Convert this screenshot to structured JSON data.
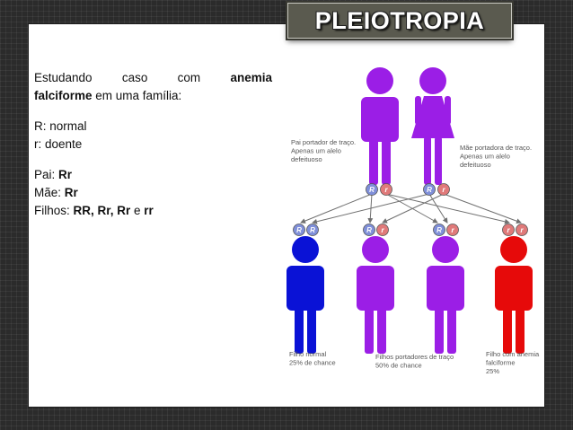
{
  "title": "PLEIOTROPIA",
  "intro": {
    "w1": "Estudando",
    "w2": "caso",
    "w3": "com",
    "w4": "anemia",
    "bold2": "falciforme",
    "rest": " em uma família:"
  },
  "alleles": {
    "dominant": "R: normal",
    "recessive": "r: doente"
  },
  "genotypes": {
    "pai_label": "Pai: ",
    "pai_value": "Rr",
    "mae_label": "Mãe: ",
    "mae_value": "Rr",
    "filhos_label": "Filhos: ",
    "filhos_value": "RR, Rr, Rr",
    "conj": " e ",
    "filhos_last": "rr"
  },
  "diagram": {
    "father_caption": [
      "Pai portador de traço.",
      "Apenas um alelo",
      "defeituoso"
    ],
    "mother_caption": [
      "Mãe portadora de traço.",
      "Apenas um alelo",
      "defeituoso"
    ],
    "parent_alleles": {
      "father": [
        "R",
        "r"
      ],
      "mother": [
        "R",
        "r"
      ]
    },
    "children_alleles": [
      [
        "R",
        "R"
      ],
      [
        "R",
        "r"
      ],
      [
        "R",
        "r"
      ],
      [
        "r",
        "r"
      ]
    ],
    "caption_normal": [
      "Filho normal",
      "25% de chance"
    ],
    "caption_carriers": [
      "Filhos portadores de traço",
      "50% de chance"
    ],
    "caption_anemia": [
      "Filho com anemia",
      "falciforme",
      "25%"
    ],
    "colors": {
      "purple": "#9b1ee6",
      "blue": "#0a12d6",
      "red": "#e60a0a",
      "allele_R": "#7f8fd9",
      "allele_r": "#e07a7a"
    }
  }
}
